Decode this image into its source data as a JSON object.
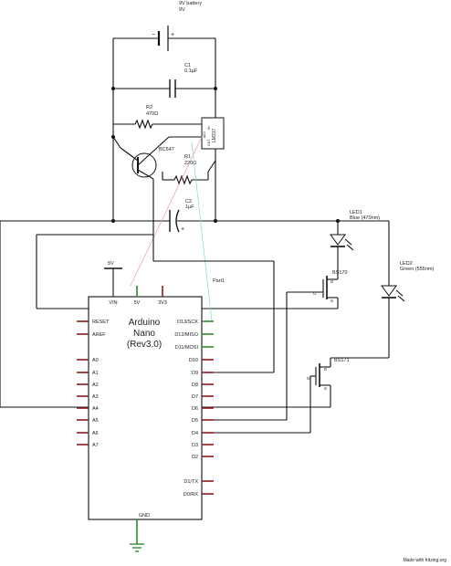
{
  "battery": {
    "title": "9V battery",
    "value": "9V",
    "minus": "−",
    "plus": "+"
  },
  "c1": {
    "name": "C1",
    "value": "0.1µF"
  },
  "r2": {
    "name": "R2",
    "value": "470Ω"
  },
  "ic": {
    "name": "LM317",
    "pin_in": "IN",
    "pin_out": "OUT",
    "pin_adj": "ADJ"
  },
  "q": {
    "name": "BC547"
  },
  "r1": {
    "name": "R1",
    "value": "220Ω"
  },
  "c2": {
    "name": "C2",
    "value": "1µF",
    "plus": "+"
  },
  "led1": {
    "name": "LED1",
    "value": "Blue (470nm)"
  },
  "led2": {
    "name": "LED2",
    "value": "Green (555nm)"
  },
  "mos1": {
    "name": "BS170",
    "g": "G",
    "d": "D",
    "s": "S"
  },
  "mos2": {
    "name": "BS171",
    "g": "G",
    "d": "D",
    "s": "S"
  },
  "supply": {
    "label": "5V"
  },
  "part_label": "Part1",
  "arduino": {
    "title_lines": [
      "Arduino",
      "Nano",
      "(Rev3.0)"
    ],
    "top_pins": [
      "VIN",
      "5V",
      "3V3"
    ],
    "left_pins": [
      "RESET",
      "AREF",
      "A0",
      "A1",
      "A2",
      "A3",
      "A4",
      "A5",
      "A6",
      "A7"
    ],
    "right_pins": [
      "D13/SCK",
      "D12/MISO",
      "D11/MOSI",
      "D10",
      "D9",
      "D8",
      "D7",
      "D6",
      "D5",
      "D4",
      "D3",
      "D2",
      "D1/TX",
      "D0/RX"
    ],
    "bottom_pin": "GND"
  },
  "footer": "Made with  fritzing.org"
}
